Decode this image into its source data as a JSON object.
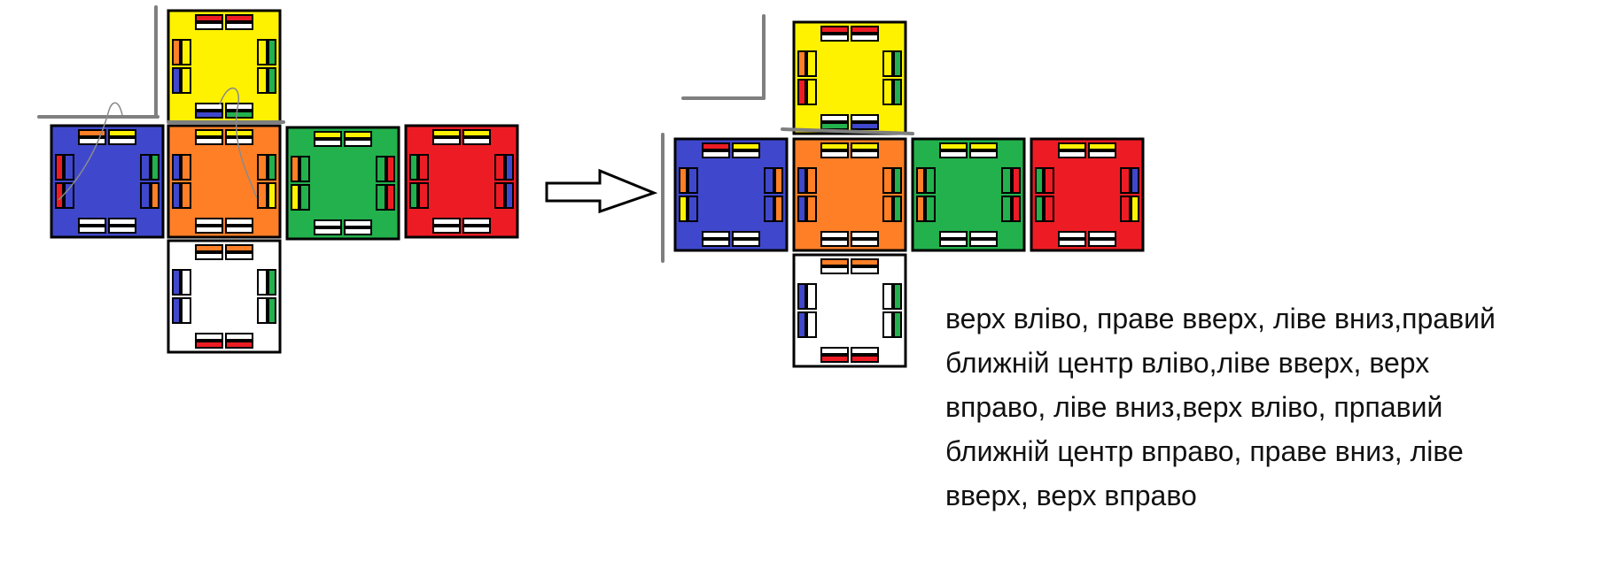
{
  "colors": {
    "yellow": "#fff200",
    "blue": "#3f48cc",
    "orange": "#ff7f27",
    "green": "#22b14c",
    "red": "#ed1c24",
    "white": "#ffffff",
    "border": "#000000",
    "guide": "#7f7f7f"
  },
  "before": {
    "name": "before-net",
    "faces": [
      {
        "face": "top",
        "fill": "yellow",
        "top": [
          "red",
          "red"
        ],
        "bottom": [
          "blue",
          "green"
        ],
        "left": [
          "orange",
          "blue"
        ],
        "right": [
          "green",
          "green"
        ]
      },
      {
        "face": "left",
        "fill": "blue",
        "top": [
          "orange",
          "yellow"
        ],
        "bottom": [
          "white",
          "white"
        ],
        "left": [
          "red",
          "red"
        ],
        "right": [
          "green",
          "orange"
        ]
      },
      {
        "face": "front",
        "fill": "orange",
        "top": [
          "yellow",
          "yellow"
        ],
        "bottom": [
          "white",
          "white"
        ],
        "left": [
          "blue",
          "blue"
        ],
        "right": [
          "green",
          "yellow"
        ]
      },
      {
        "face": "right",
        "fill": "green",
        "top": [
          "yellow",
          "yellow"
        ],
        "bottom": [
          "white",
          "white"
        ],
        "left": [
          "orange",
          "yellow"
        ],
        "right": [
          "red",
          "red"
        ]
      },
      {
        "face": "back",
        "fill": "red",
        "top": [
          "yellow",
          "yellow"
        ],
        "bottom": [
          "white",
          "white"
        ],
        "left": [
          "green",
          "green"
        ],
        "right": [
          "blue",
          "blue"
        ]
      },
      {
        "face": "bottom",
        "fill": "white",
        "top": [
          "orange",
          "orange"
        ],
        "bottom": [
          "red",
          "red"
        ],
        "left": [
          "blue",
          "blue"
        ],
        "right": [
          "green",
          "green"
        ]
      }
    ]
  },
  "after": {
    "name": "after-net",
    "faces": [
      {
        "face": "top",
        "fill": "yellow",
        "top": [
          "red",
          "red"
        ],
        "bottom": [
          "green",
          "blue"
        ],
        "left": [
          "orange",
          "red"
        ],
        "right": [
          "green",
          "green"
        ]
      },
      {
        "face": "left",
        "fill": "blue",
        "top": [
          "red",
          "yellow"
        ],
        "bottom": [
          "white",
          "white"
        ],
        "left": [
          "orange",
          "yellow"
        ],
        "right": [
          "orange",
          "orange"
        ]
      },
      {
        "face": "front",
        "fill": "orange",
        "top": [
          "yellow",
          "yellow"
        ],
        "bottom": [
          "white",
          "white"
        ],
        "left": [
          "blue",
          "blue"
        ],
        "right": [
          "green",
          "green"
        ]
      },
      {
        "face": "right",
        "fill": "green",
        "top": [
          "yellow",
          "yellow"
        ],
        "bottom": [
          "white",
          "white"
        ],
        "left": [
          "orange",
          "orange"
        ],
        "right": [
          "red",
          "red"
        ]
      },
      {
        "face": "back",
        "fill": "red",
        "top": [
          "yellow",
          "yellow"
        ],
        "bottom": [
          "white",
          "white"
        ],
        "left": [
          "green",
          "green"
        ],
        "right": [
          "blue",
          "yellow"
        ]
      },
      {
        "face": "bottom",
        "fill": "white",
        "top": [
          "orange",
          "orange"
        ],
        "bottom": [
          "red",
          "red"
        ],
        "left": [
          "blue",
          "blue"
        ],
        "right": [
          "green",
          "green"
        ]
      }
    ]
  },
  "notes": {
    "lines": [
      "верх вліво, праве вверх, ліве вниз,правий",
      "ближній центр вліво,ліве вверх, верх",
      "вправо, ліве вниз,верх вліво, прпавий",
      "ближній центр вправо, праве вниз, ліве",
      "вверх, верх вправо"
    ]
  }
}
